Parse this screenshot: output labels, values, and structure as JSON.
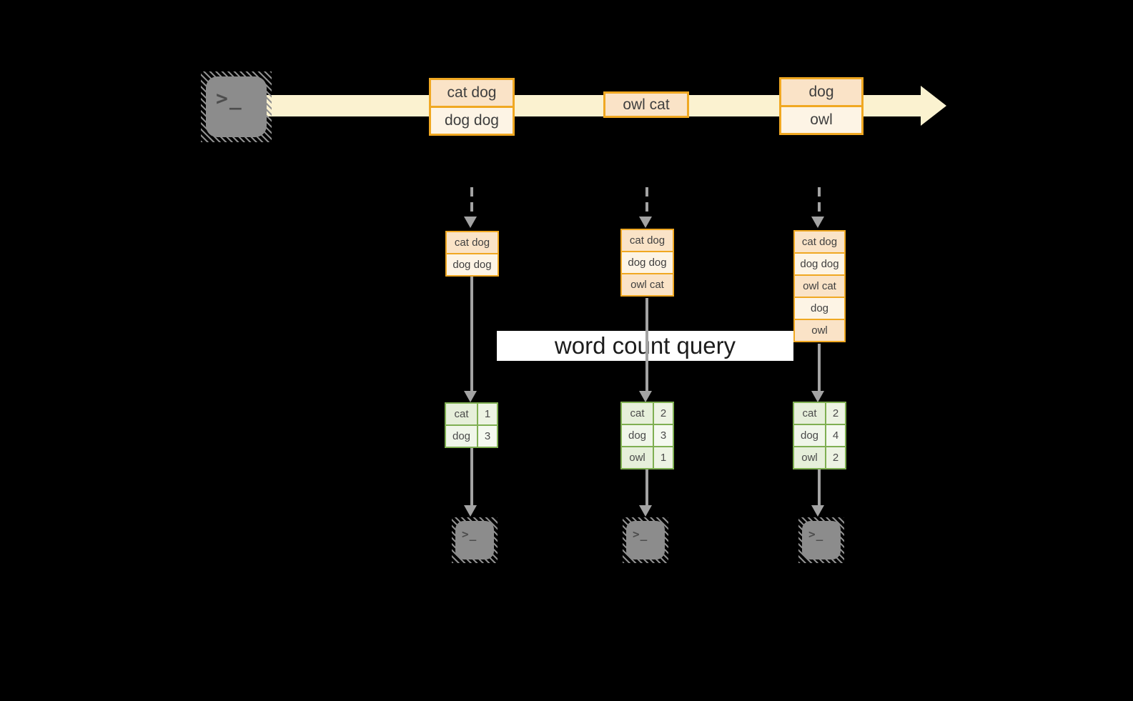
{
  "query_label": "word count query",
  "terminal_glyph": ">_",
  "palette": {
    "background": "#000000",
    "timeline_cream": "#FBF2D0",
    "orange_border": "#F0A822",
    "peach_fill_dark": "#FAE3C7",
    "peach_fill_light": "#FDF4E5",
    "green_border": "#7FAF52",
    "green_fill": "#E6EFDA",
    "arrow_gray": "#A3A3A3",
    "terminal_gray": "#8C8C8C"
  },
  "timeline_batches": [
    {
      "rows": [
        "cat dog",
        "dog dog"
      ]
    },
    {
      "rows": [
        "owl cat"
      ]
    },
    {
      "rows": [
        "dog",
        "owl"
      ]
    }
  ],
  "columns": [
    {
      "input_rows": [
        "cat dog",
        "dog dog"
      ],
      "result_rows": [
        {
          "word": "cat",
          "count": "1"
        },
        {
          "word": "dog",
          "count": "3"
        }
      ]
    },
    {
      "input_rows": [
        "cat dog",
        "dog dog",
        "owl cat"
      ],
      "result_rows": [
        {
          "word": "cat",
          "count": "2"
        },
        {
          "word": "dog",
          "count": "3"
        },
        {
          "word": "owl",
          "count": "1"
        }
      ]
    },
    {
      "input_rows": [
        "cat dog",
        "dog dog",
        "owl cat",
        "dog",
        "owl"
      ],
      "result_rows": [
        {
          "word": "cat",
          "count": "2"
        },
        {
          "word": "dog",
          "count": "4"
        },
        {
          "word": "owl",
          "count": "2"
        }
      ]
    }
  ]
}
